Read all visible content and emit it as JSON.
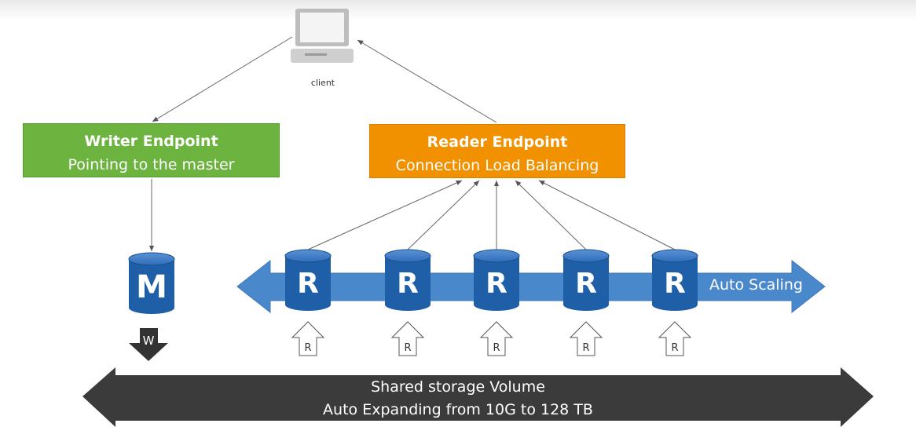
{
  "client": {
    "label": "client"
  },
  "writer": {
    "title": "Writer Endpoint",
    "subtitle": "Pointing to the master"
  },
  "reader": {
    "title": "Reader Endpoint",
    "subtitle": "Connection Load Balancing"
  },
  "master": {
    "letter": "M"
  },
  "write_arrow": {
    "label": "W"
  },
  "replicas": [
    "R",
    "R",
    "R",
    "R",
    "R"
  ],
  "read_arrows": [
    "R",
    "R",
    "R",
    "R",
    "R"
  ],
  "scaling": {
    "label": "Auto Scaling"
  },
  "storage": {
    "line1": "Shared storage Volume",
    "line2": "Auto Expanding from 10G to 128 TB"
  },
  "colors": {
    "writer": "#6cb33f",
    "reader": "#f29100",
    "db_blue": "#1f5fa8",
    "scaling_arrow": "#4a88cc",
    "storage_arrow": "#3b3b3b"
  }
}
